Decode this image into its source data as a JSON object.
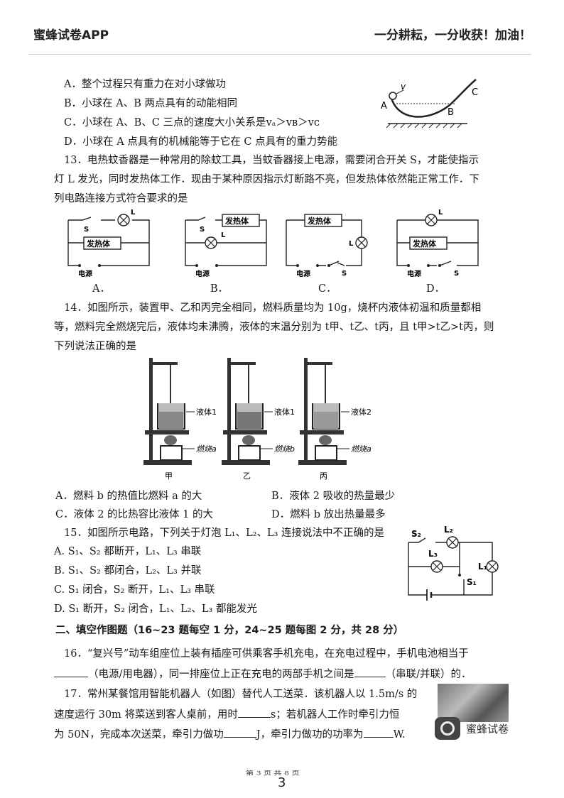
{
  "header": {
    "app_name": "蜜蜂试卷APP",
    "slogan": "一分耕耘，一分收获！加油！"
  },
  "q12": {
    "options": [
      "A．整个过程只有重力在对小球做功",
      "B．小球在 A、B 两点具有的动能相同",
      "C．小球在 A、B、C 三点的速度大小关系是vₐ＞vʙ＞vᴄ",
      "D．小球在 A 点具有的机械能等于它在 C 点具有的重力势能"
    ],
    "figure": {
      "label_a": "A",
      "label_b": "B",
      "label_c": "C",
      "label_v": "v"
    }
  },
  "q13": {
    "stem_line1": "13．电热蚊香器是一种常用的除蚊工具，当蚊香器接上电源，需要闭合开关 S，才能使指示",
    "stem_line2": "灯 L 发光，同时发热体工作．现由于某种原因指示灯断路不亮，但发热体依然能正常工作．下",
    "stem_line3": "列电路连接方式符合要求的是",
    "heater": "发热体",
    "source": "电源",
    "lamp": "L",
    "switch": "S",
    "options": [
      "A．",
      "B．",
      "C．",
      "D．"
    ]
  },
  "q14": {
    "stem_line1": "14．如图所示，装置甲、乙和丙完全相同，燃料质量均为 10g，烧杯内液体初温和质量都相",
    "stem_line2": "等，燃料完全燃烧完后，液体均未沸腾，液体的末温分别为 t甲、t乙、t丙，且 t甲>t乙>t丙，则",
    "stem_line3": "下列说法正确的是",
    "apparatus": [
      {
        "name": "甲",
        "liquid": "液体1",
        "fuel": "燃烧a"
      },
      {
        "name": "乙",
        "liquid": "液体1",
        "fuel": "燃烧b"
      },
      {
        "name": "丙",
        "liquid": "液体2",
        "fuel": "燃烧a"
      }
    ],
    "options": [
      "A．燃料 b 的热值比燃料 a 的大",
      "B．液体 2 吸收的热量最少",
      "C．液体 2 的比热容比液体 1 的大",
      "D．燃料 b 放出热量最多"
    ]
  },
  "q15": {
    "stem": "15．如图所示电路，下列关于灯泡 L₁、L₂、L₃ 连接说法中不正确的是",
    "options": [
      "A. S₁、S₂ 都断开，L₁、L₃ 串联",
      "B. S₁、S₂ 都闭合，L₂、L₃ 并联",
      "C. S₁ 闭合，S₂ 断开，L₁、L₃ 串联",
      "D. S₁ 断开，S₂ 闭合，L₁、L₂、L₃ 都能发光"
    ],
    "figure": {
      "s1": "S₁",
      "s2": "S₂",
      "l1": "L₁",
      "l2": "L₂",
      "l3": "L₃"
    }
  },
  "section2": {
    "title": "二、填空作图题（16~23 题每空 1 分，24~25 题每图 2 分，共 28 分）"
  },
  "q16": {
    "line1": "16．“复兴号”动车组座位上装有插座可供乘客手机充电，在充电过程中，手机电池相当于",
    "line2_a": "（电源/用电器），同一排座位上正在充电的两部手机之间是",
    "line2_b": "（串联/并联）的．"
  },
  "q17": {
    "line1": "17．常州某餐馆用智能机器人（如图）替代人工送菜．该机器人以 1.5m/s 的",
    "line2_a": "速度运行 30m 将菜送到客人桌前，用时",
    "line2_b": "s；若机器人工作时牵引力恒",
    "line3_a": "为 50N，完成本次送菜，牵引力做功",
    "line3_b": "J，牵引力做功的功率为",
    "line3_c": "W."
  },
  "watermark": {
    "text": "蜜蜂试卷"
  },
  "footer": {
    "page_label": "第 3 页 共 8 页",
    "page_number": "3"
  }
}
